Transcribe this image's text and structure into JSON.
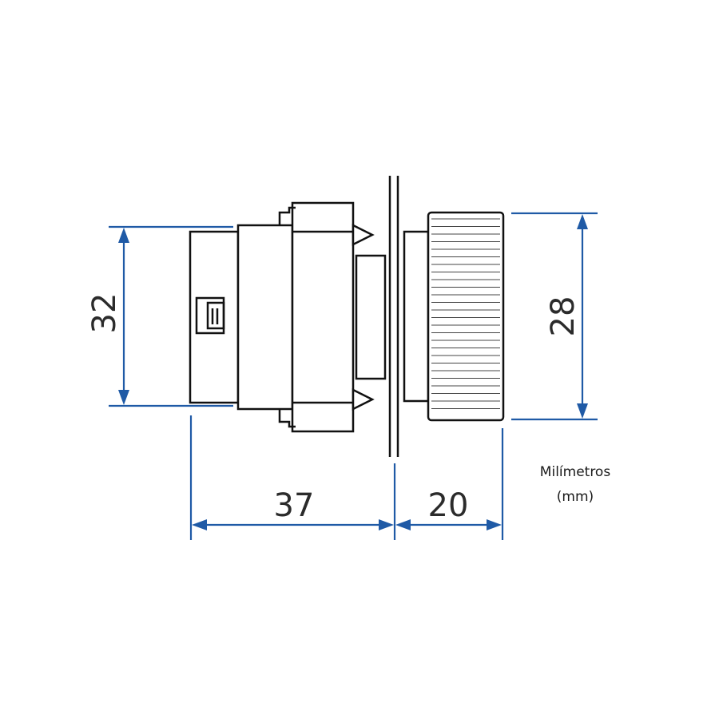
{
  "dimensions": {
    "height_left": "32",
    "height_right": "28",
    "length_body": "37",
    "length_knob": "20"
  },
  "units": {
    "label_line1": "Milímetros",
    "label_line2": "(mm)"
  },
  "colors": {
    "dimension_lines": "#1f5aa6",
    "outline": "#111111",
    "background": "#ffffff"
  }
}
